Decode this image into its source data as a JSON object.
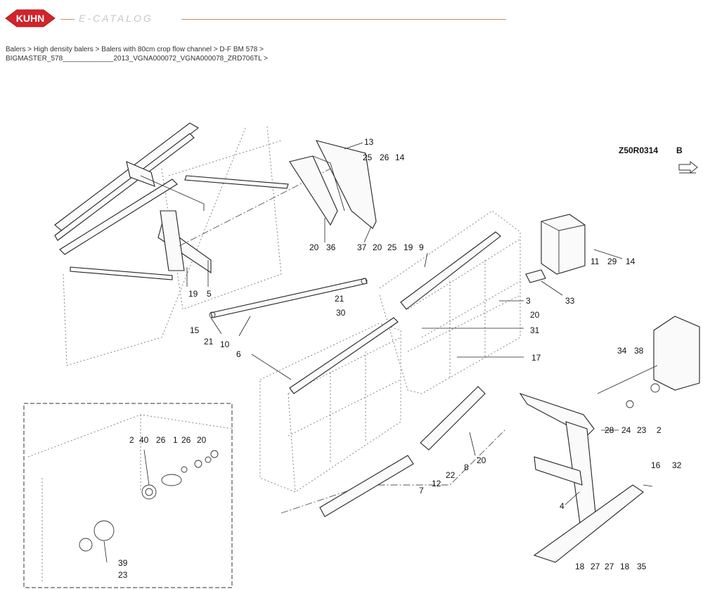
{
  "brand": {
    "logo_text": "KUHN",
    "catalog_title": "E-CATALOG",
    "colors": {
      "logo_red": "#d2232a",
      "rule": "#c98a6a",
      "catalog_title": "#c7c7c7"
    }
  },
  "breadcrumb": {
    "items": [
      "Balers",
      "High density balers",
      "Balers with 80cm crop flow channel",
      "D-F BM 578",
      "BIGMASTER_578_____________2013_VGNA000072_VGNA000078_ZRD706TL"
    ],
    "separator": ">"
  },
  "diagram": {
    "reference": "Z50R0314",
    "revision": "B",
    "nav_icon": "next-page-arrow-icon",
    "callouts": [
      "13",
      "25",
      "26",
      "14",
      "20",
      "36",
      "37",
      "20",
      "25",
      "19",
      "9",
      "11",
      "29",
      "14",
      "19",
      "5",
      "33",
      "21",
      "30",
      "3",
      "20",
      "31",
      "15",
      "21",
      "10",
      "6",
      "17",
      "34",
      "38",
      "28",
      "24",
      "23",
      "2",
      "20",
      "8",
      "22",
      "12",
      "7",
      "16",
      "32",
      "4",
      "18",
      "27",
      "27",
      "18",
      "35",
      "2",
      "40",
      "26",
      "1",
      "26",
      "20",
      "39",
      "23"
    ]
  }
}
